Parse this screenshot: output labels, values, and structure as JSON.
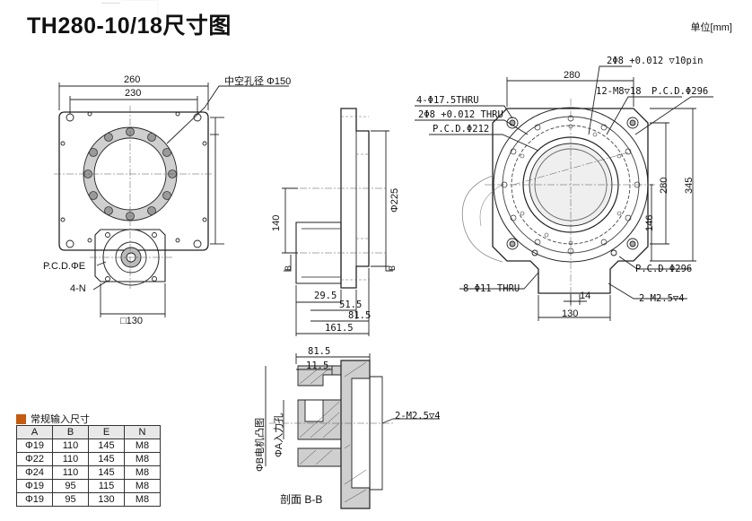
{
  "header": {
    "title": "TH280-10/18尺寸图",
    "unit": "单位[mm]"
  },
  "front_view": {
    "dim_260": "260",
    "dim_230": "230",
    "hollow_hole": "中空孔径 Φ150",
    "pcd_e": "P.C.D.ΦE",
    "holes_n": "4-N",
    "square_130": "□130"
  },
  "side_view": {
    "dim_225": "Φ225",
    "dim_140": "140",
    "dim_29_5": "29.5",
    "dim_51_5": "51.5",
    "dim_81_5": "81.5",
    "dim_161_5": "161.5",
    "section_mark_left": "B",
    "section_mark_right": "B"
  },
  "right_view": {
    "dowel_top": "2Φ8 +0.012 ▽10pin",
    "dim_280_top": "280",
    "thread_m8": "12-M8▽18",
    "pcd_296_top": "P.C.D.Φ296",
    "holes_17_5": "4-Φ17.5THRU",
    "dowel_thru": "2Φ8 +0.012 THRU",
    "pcd_212": "P.C.D.Φ212",
    "dim_345": "345",
    "dim_280_right": "280",
    "dim_146": "146",
    "pcd_296_bottom": "P.C.D.Φ296",
    "holes_11": "8-Φ11 THRU",
    "dim_14": "14",
    "thread_m2_5": "2-M2.5▽4",
    "dim_130": "130"
  },
  "section_view": {
    "dim_81_5": "81.5",
    "dim_11_5": "11.5",
    "thread_m2_5": "2-M2.5▽4",
    "motor_boss": "ΦB电机凸图",
    "input_hole": "ΦA入力孔",
    "caption": "剖面 B-B"
  },
  "spec_table": {
    "title": "常规输入尺寸",
    "swatch_color": "#c55a11",
    "headers": [
      "A",
      "B",
      "E",
      "N"
    ],
    "rows": [
      [
        "Φ19",
        "110",
        "145",
        "M8"
      ],
      [
        "Φ22",
        "110",
        "145",
        "M8"
      ],
      [
        "Φ24",
        "110",
        "145",
        "M8"
      ],
      [
        "Φ19",
        "95",
        "115",
        "M8"
      ],
      [
        "Φ19",
        "95",
        "130",
        "M8"
      ]
    ]
  }
}
